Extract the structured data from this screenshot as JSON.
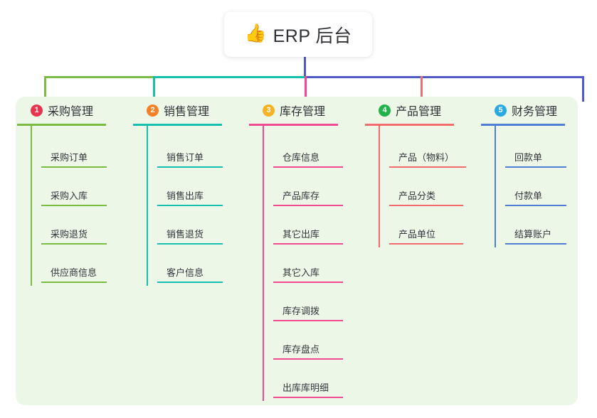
{
  "root": {
    "icon": "thumbs-up-icon",
    "icon_glyph": "👍",
    "title": "ERP 后台"
  },
  "theme": {
    "panel_bg": "#edf7e8",
    "card_bg": "#ffffff",
    "text": "#2f3135",
    "bus_green": "#7cbb44",
    "bus_teal": "#15bfae",
    "bus_blue": "#4f5ac8"
  },
  "columns": [
    {
      "number": "1",
      "title": "采购管理",
      "badge_color": "#e8344e",
      "line_color": "#7cbb44",
      "items": [
        {
          "label": "采购订单"
        },
        {
          "label": "采购入库"
        },
        {
          "label": "采购退货"
        },
        {
          "label": "供应商信息"
        }
      ]
    },
    {
      "number": "2",
      "title": "销售管理",
      "badge_color": "#f38026",
      "line_color": "#15bfae",
      "items": [
        {
          "label": "销售订单"
        },
        {
          "label": "销售出库"
        },
        {
          "label": "销售退货"
        },
        {
          "label": "客户信息"
        }
      ]
    },
    {
      "number": "3",
      "title": "库存管理",
      "badge_color": "#f5b324",
      "line_color": "#ef4a8f",
      "items": [
        {
          "label": "仓库信息"
        },
        {
          "label": "产品库存"
        },
        {
          "label": "其它出库"
        },
        {
          "label": "其它入库"
        },
        {
          "label": "库存调拨"
        },
        {
          "label": "库存盘点"
        },
        {
          "label": "出库库明细"
        }
      ]
    },
    {
      "number": "4",
      "title": "产品管理",
      "badge_color": "#22b24c",
      "line_color": "#f46b6b",
      "items": [
        {
          "label": "产品（物料）"
        },
        {
          "label": "产品分类"
        },
        {
          "label": "产品单位"
        }
      ]
    },
    {
      "number": "5",
      "title": "财务管理",
      "badge_color": "#29a9e0",
      "line_color": "#4f7fd4",
      "items": [
        {
          "label": "回款单"
        },
        {
          "label": "付款单"
        },
        {
          "label": "结算账户"
        }
      ]
    }
  ]
}
